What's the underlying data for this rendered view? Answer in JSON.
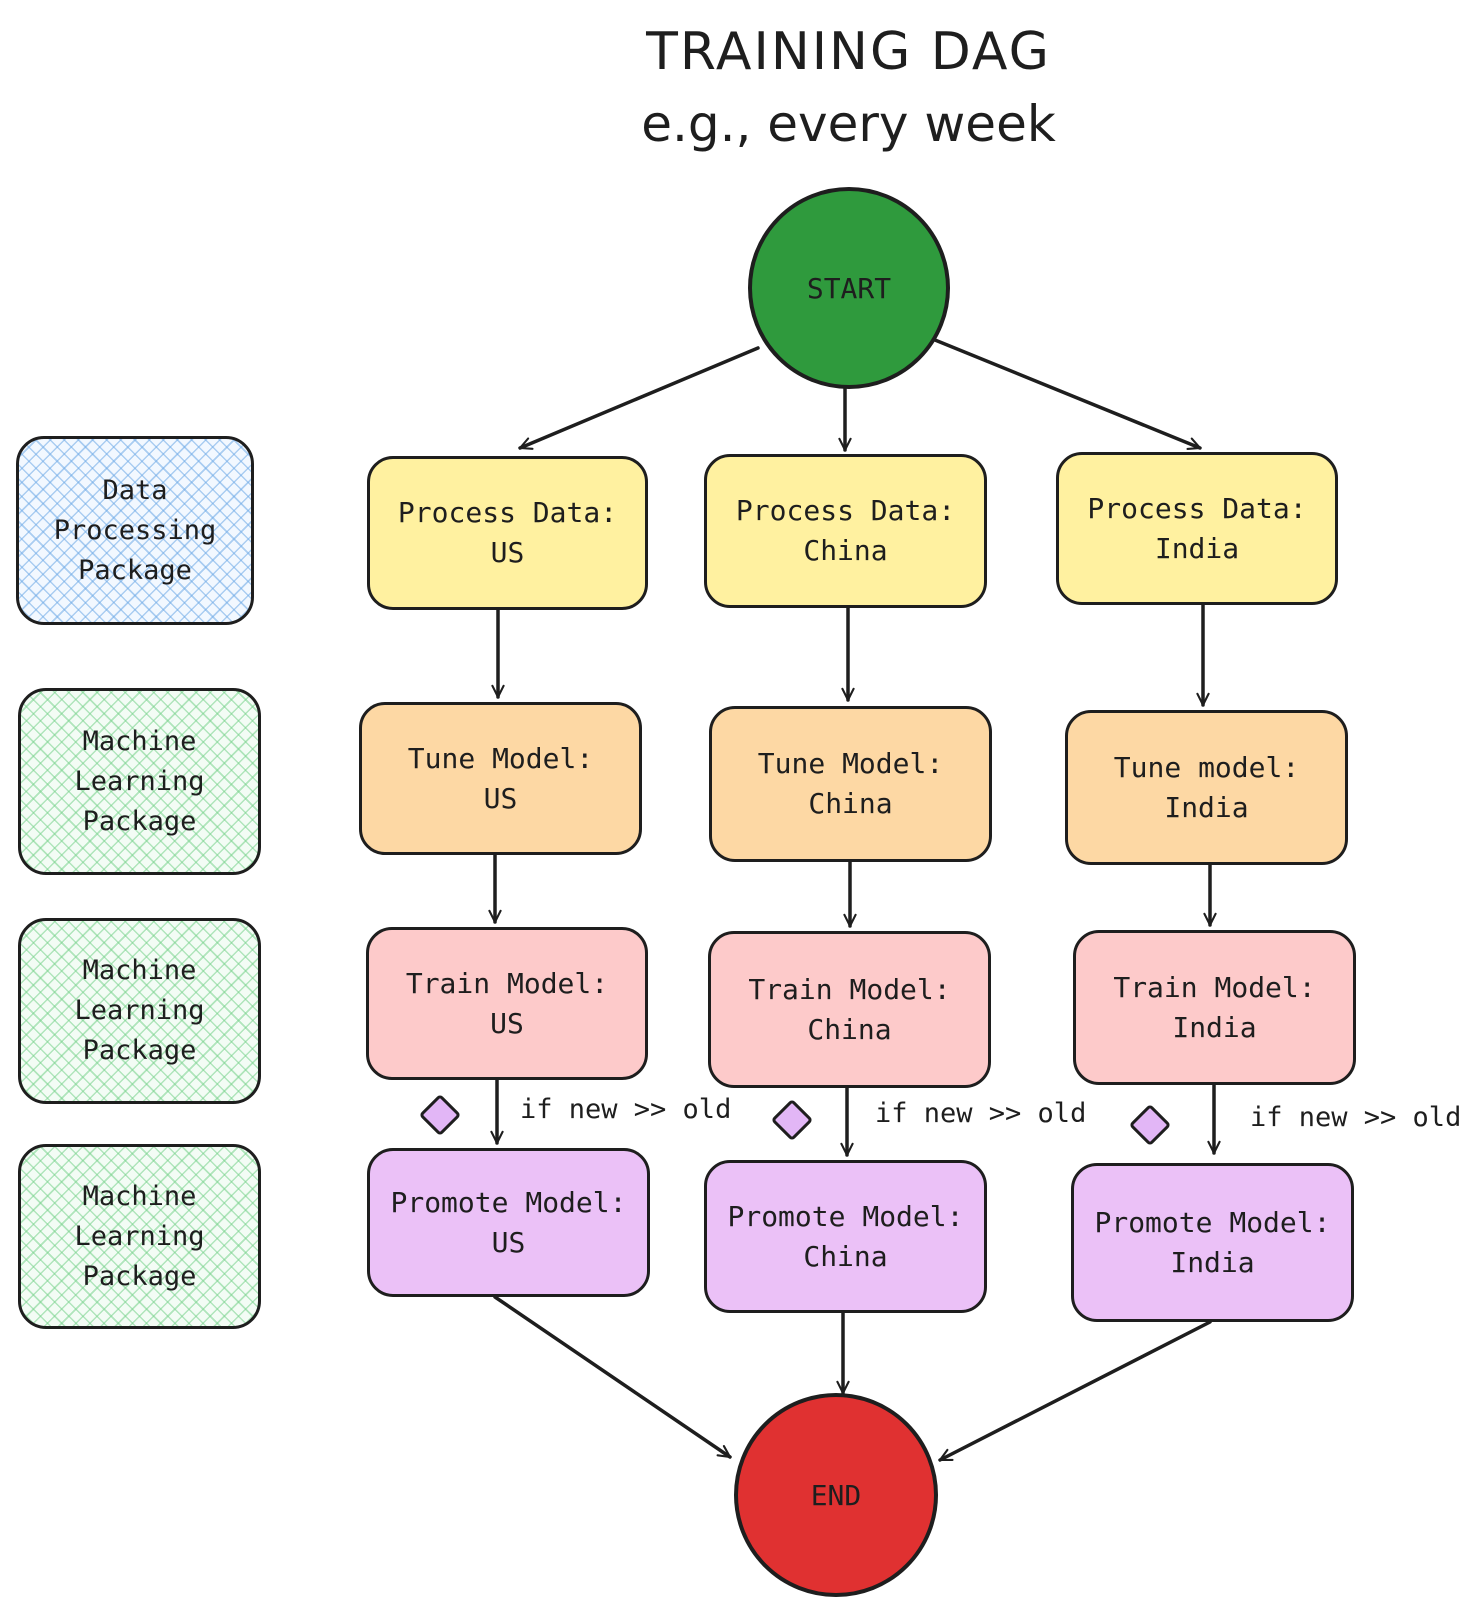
{
  "title": {
    "line1": "TRAINING DAG",
    "line2": "e.g., every week"
  },
  "start_label": "START",
  "end_label": "END",
  "side_labels": [
    "Data\nProcessing\nPackage",
    "Machine\nLearning\nPackage",
    "Machine\nLearning\nPackage",
    "Machine\nLearning\nPackage"
  ],
  "columns": [
    {
      "process": "Process Data:\nUS",
      "tune": "Tune Model:\nUS",
      "train": "Train Model:\nUS",
      "condition": "if new >> old",
      "promote": "Promote Model:\nUS"
    },
    {
      "process": "Process Data:\nChina",
      "tune": "Tune Model:\nChina",
      "train": "Train Model:\nChina",
      "condition": "if new >> old",
      "promote": "Promote Model:\nChina"
    },
    {
      "process": "Process Data:\nIndia",
      "tune": "Tune model:\nIndia",
      "train": "Train Model:\nIndia",
      "condition": "if new >> old",
      "promote": "Promote Model:\nIndia"
    }
  ],
  "colors": {
    "start": "#2f9a3d",
    "end": "#e03131",
    "process": "#fff1a0",
    "tune": "#fdd8a4",
    "train": "#fdcaca",
    "promote": "#ebc1f7",
    "decision": "#e2b6f6"
  }
}
